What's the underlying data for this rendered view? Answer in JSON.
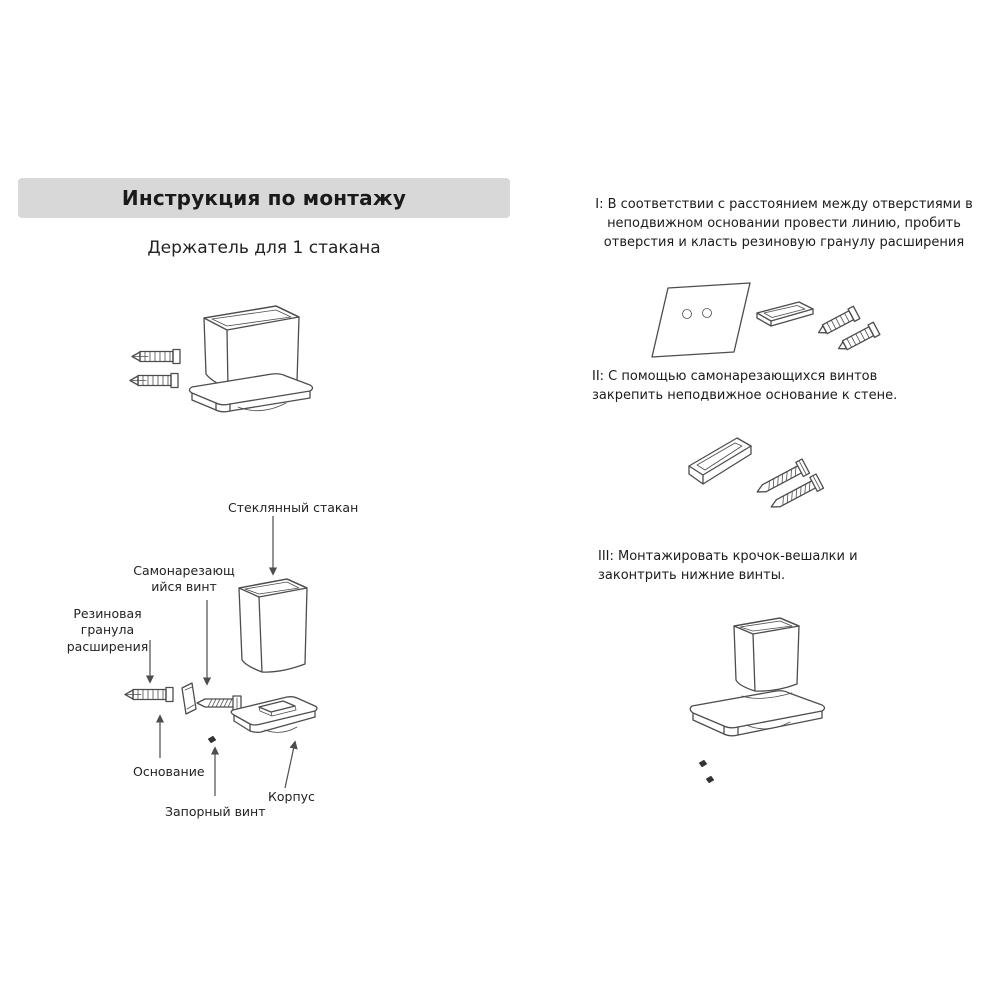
{
  "header": {
    "title": "Инструкция по монтажу",
    "subtitle": "Держатель для 1 стакана"
  },
  "exploded_labels": {
    "glass_cup": "Стеклянный стакан",
    "self_tapping_screw": "Самонарезающийся винт",
    "rubber_expansion_plug": "Резиновая гранула расширения",
    "base": "Основание",
    "locking_screw": "Запорный винт",
    "body": "Корпус"
  },
  "steps": [
    {
      "id": "I",
      "text": "I: В соответствии с расстоянием между отверстиями в неподвижном основании провести линию, пробить отверстия и класть резиновую гранулу расширения"
    },
    {
      "id": "II",
      "text": "II: С помощью самонарезающихся винтов закрепить неподвижное основание к стене."
    },
    {
      "id": "III",
      "text": "III: Монтажировать крочок-вешалки и законтрить нижние винты."
    }
  ],
  "colors": {
    "header_bg": "#d8d8d8",
    "line_art": "#4d4d4d",
    "text": "#1f1f1f"
  }
}
